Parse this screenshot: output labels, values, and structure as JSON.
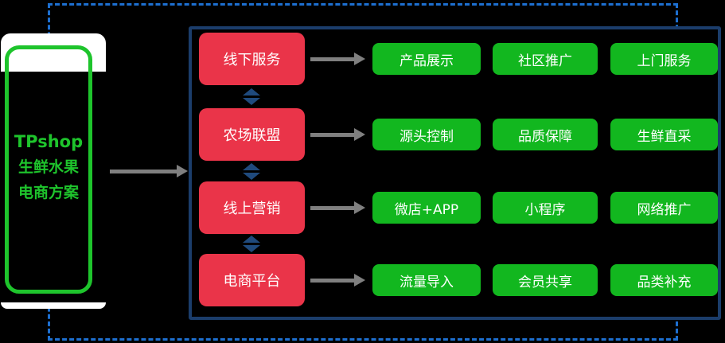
{
  "diagram": {
    "phone": {
      "brand": "TPshop",
      "line2": "生鲜水果",
      "line3": "电商方案"
    },
    "rows": [
      {
        "source": "线下服务",
        "targets": [
          "产品展示",
          "社区推广",
          "上门服务"
        ]
      },
      {
        "source": "农场联盟",
        "targets": [
          "源头控制",
          "品质保障",
          "生鲜直采"
        ]
      },
      {
        "source": "线上营销",
        "targets": [
          "微店+APP",
          "小程序",
          "网络推广"
        ]
      },
      {
        "source": "电商平台",
        "targets": [
          "流量导入",
          "会员共享",
          "品类补充"
        ]
      }
    ],
    "colors": {
      "background": "#000000",
      "dashed_border": "#1d6fd0",
      "panel_border": "#1b3d6b",
      "source_box": "#ea3449",
      "target_box": "#12b71f",
      "phone_accent": "#1ec42c",
      "arrow_gray": "#7f7f7f",
      "double_arrow": "#1f4a7d",
      "text": "#ffffff"
    }
  }
}
